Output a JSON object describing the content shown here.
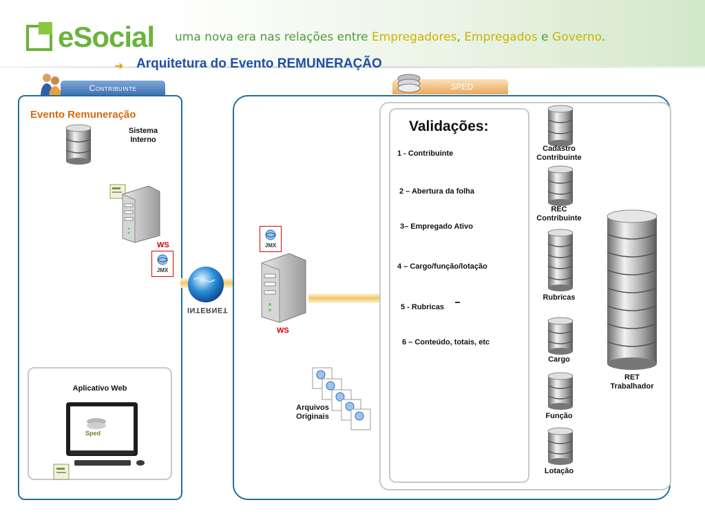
{
  "header": {
    "logo_text": "eSocial",
    "tagline_parts": [
      "uma nova era nas relações entre ",
      "Empregadores",
      ", ",
      "Empregados",
      " e ",
      "Governo",
      "."
    ],
    "title": "Arquitetura do Evento REMUNERAÇÃO"
  },
  "tabs": {
    "contribuinte": "Contribuinte",
    "sped": "SPED"
  },
  "contribuinte": {
    "event_title": "Evento Remuneração",
    "sistema_interno": [
      "Sistema",
      "Interno"
    ],
    "ws_label": "WS",
    "jmx_label": "JMX",
    "aplicativo_web": "Aplicativo Web",
    "sped_screen": "Sped"
  },
  "internet_label": "INTERNET",
  "sped": {
    "ws_label": "WS",
    "jmx_label": "JMX",
    "arquivos": [
      "Arquivos",
      "Originais"
    ],
    "validacoes_title": "Validações:",
    "validacoes": [
      "1 - Contribuinte",
      "2 – Abertura da folha",
      "3– Empregado  Ativo",
      "4 – Cargo/função/lotação",
      "5 - Rubricas",
      "6 – Conteúdo, totais, etc"
    ],
    "databases": [
      [
        "Cadastro",
        "Contribuinte"
      ],
      [
        "REC",
        "Contribuinte"
      ],
      [
        "Rubricas"
      ],
      [
        "Cargo"
      ],
      [
        "Função"
      ],
      [
        "Lotação"
      ]
    ],
    "ret": [
      "RET",
      "Trabalhador"
    ]
  }
}
